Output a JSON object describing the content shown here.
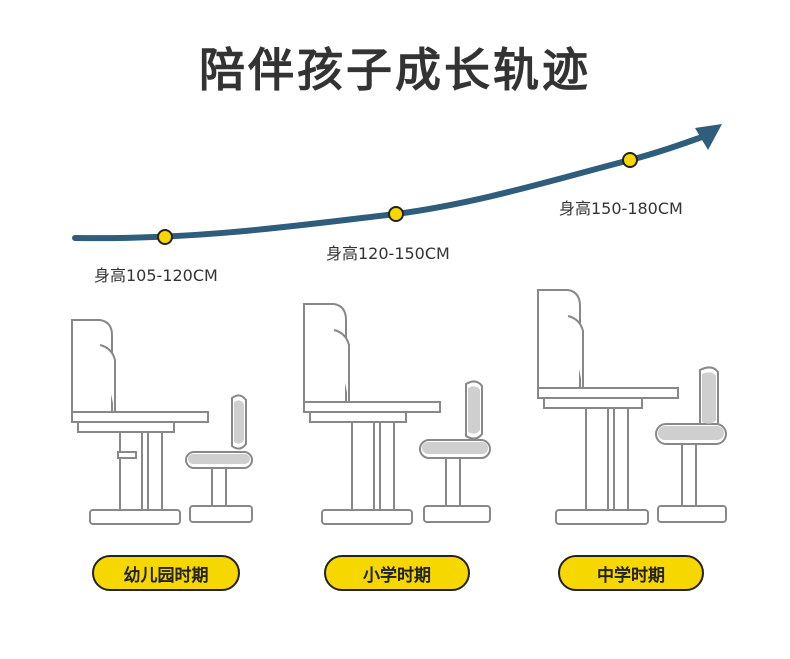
{
  "title": "陪伴孩子成长轨迹",
  "colors": {
    "curve": "#2f5d7c",
    "dot": "#f7d700",
    "pill": "#f7d700",
    "text": "#333333"
  },
  "stages": [
    {
      "height_label": "身高105-120CM",
      "stage_label": "幼儿园时期"
    },
    {
      "height_label": "身高120-150CM",
      "stage_label": "小学时期"
    },
    {
      "height_label": "身高150-180CM",
      "stage_label": "中学时期"
    }
  ]
}
